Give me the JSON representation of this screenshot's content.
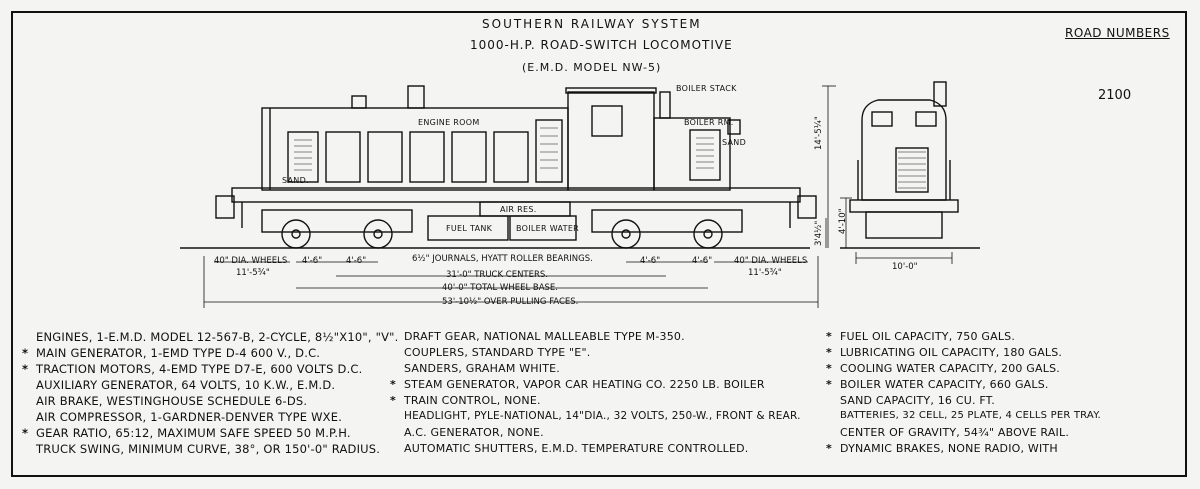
{
  "header": {
    "line1": "SOUTHERN RAILWAY SYSTEM",
    "line2": "1000-H.P. ROAD-SWITCH LOCOMOTIVE",
    "line3": "(E.M.D. MODEL NW-5)",
    "road_numbers_label": "ROAD NUMBERS",
    "road_number": "2100"
  },
  "labels": {
    "boiler_stack": "BOILER STACK",
    "engine_room": "ENGINE ROOM",
    "boiler_rm": "BOILER RM.",
    "sand_front": "SAND",
    "sand_rear": "SAND.",
    "air_res": "AIR RES.",
    "fuel_tank": "FUEL TANK",
    "boiler_water": "BOILER WATER"
  },
  "dimensions": {
    "wheel_left": "40\" DIA. WHEELS",
    "wheel_right": "40\" DIA. WHEELS",
    "truck_left": "11'-5¾\"",
    "truck_right": "11'-5¾\"",
    "axle_1": "4'-6\"",
    "axle_2": "4'-6\"",
    "axle_3": "4'-6\"",
    "axle_4": "4'-6\"",
    "journals": "6½\" JOURNALS, HYATT ROLLER BEARINGS.",
    "truck_centers": "31'-0\" TRUCK CENTERS.",
    "total_wheel_base": "40'-0\" TOTAL WHEEL BASE.",
    "pulling_faces": "53'-10½\" OVER PULLING FACES.",
    "height_total": "14'-5¼\"",
    "height_deck": "4'-10\"",
    "height_coupler": "3'4½\"",
    "width": "10'-0\""
  },
  "specs_col1": [
    {
      "star": "",
      "text": "ENGINES, 1-E.M.D. MODEL 12-567-B, 2-CYCLE, 8½\"X10\", \"V\"."
    },
    {
      "star": "*",
      "text": "MAIN GENERATOR, 1-EMD TYPE D-4 600 V., D.C."
    },
    {
      "star": "*",
      "text": "TRACTION MOTORS, 4-EMD TYPE D7-E, 600 VOLTS D.C."
    },
    {
      "star": "",
      "text": "AUXILIARY GENERATOR, 64 VOLTS, 10 K.W., E.M.D."
    },
    {
      "star": "",
      "text": "AIR BRAKE, WESTINGHOUSE SCHEDULE 6-DS."
    },
    {
      "star": "",
      "text": "AIR COMPRESSOR, 1-GARDNER-DENVER TYPE WXE."
    },
    {
      "star": "*",
      "text": "GEAR RATIO, 65:12, MAXIMUM SAFE SPEED 50 M.P.H."
    },
    {
      "star": "",
      "text": "TRUCK SWING, MINIMUM CURVE, 38°, OR 150'-0\" RADIUS."
    }
  ],
  "specs_col2": [
    {
      "star": "",
      "text": "DRAFT GEAR, NATIONAL MALLEABLE TYPE M-350."
    },
    {
      "star": "",
      "text": "COUPLERS, STANDARD TYPE \"E\"."
    },
    {
      "star": "",
      "text": "SANDERS, GRAHAM WHITE."
    },
    {
      "star": "*",
      "text": "STEAM GENERATOR, VAPOR CAR HEATING CO. 2250 LB. BOILER"
    },
    {
      "star": "*",
      "text": "TRAIN CONTROL, NONE."
    },
    {
      "star": "",
      "text": "HEADLIGHT, PYLE-NATIONAL, 14\"DIA., 32 VOLTS, 250-W., FRONT & REAR."
    },
    {
      "star": "",
      "text": "A.C. GENERATOR, NONE."
    },
    {
      "star": "",
      "text": "AUTOMATIC SHUTTERS, E.M.D. TEMPERATURE CONTROLLED."
    }
  ],
  "specs_col3": [
    {
      "star": "*",
      "text": "FUEL OIL CAPACITY, 750 GALS."
    },
    {
      "star": "*",
      "text": "LUBRICATING OIL CAPACITY, 180 GALS."
    },
    {
      "star": "*",
      "text": "COOLING WATER CAPACITY, 200 GALS."
    },
    {
      "star": "*",
      "text": "BOILER WATER CAPACITY, 660 GALS."
    },
    {
      "star": "",
      "text": "SAND CAPACITY, 16 CU. FT."
    },
    {
      "star": "",
      "text": "BATTERIES, 32 CELL, 25 PLATE, 4 CELLS PER TRAY."
    },
    {
      "star": "",
      "text": "CENTER OF GRAVITY, 54¾\" ABOVE RAIL."
    },
    {
      "star": "*",
      "text": "DYNAMIC BRAKES, NONE RADIO, WITH"
    }
  ]
}
